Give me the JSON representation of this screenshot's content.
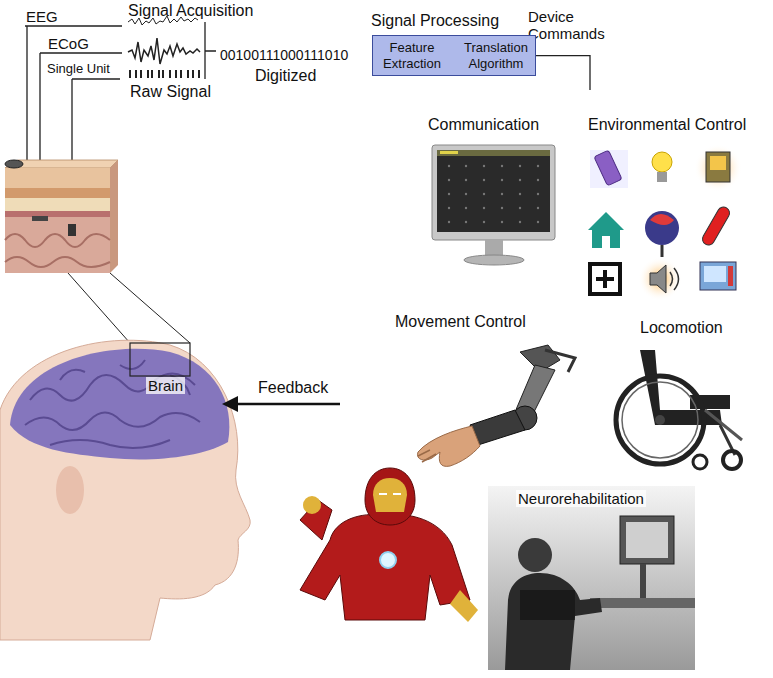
{
  "diagram": {
    "nodes": [
      {
        "text": [
          "Signal Processing",
          "Feature Extraction",
          "Translation Algorithm"
        ]
      }
    ],
    "labels": [
      "EEG",
      "ECoG",
      "Single Unit",
      "Signal Acquisition",
      "Raw Signal",
      "00100111000111010",
      "Digitized",
      "Device Commands",
      "Communication",
      "Environmental Control",
      "Movement Control",
      "Locomotion",
      "Feedback",
      "Neurorehabilitation",
      "Brain"
    ]
  }
}
